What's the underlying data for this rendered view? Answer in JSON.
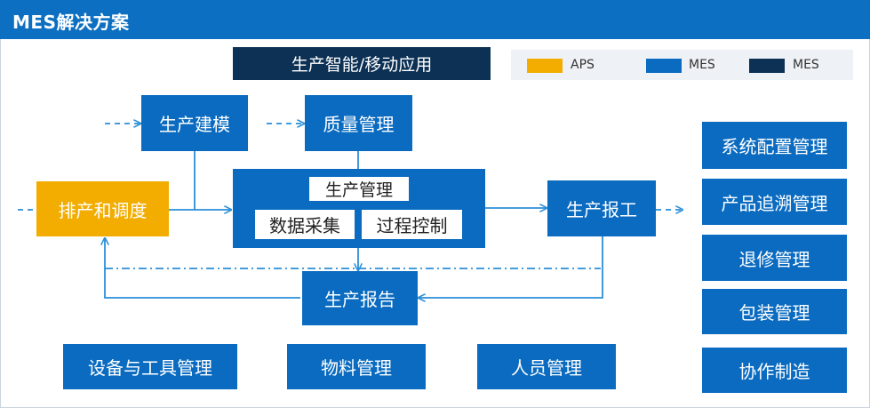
{
  "header": {
    "title": "MES解决方案"
  },
  "banner": {
    "label": "生产智能/移动应用"
  },
  "legend": {
    "items": [
      {
        "label": "APS",
        "color": "#f2ad00"
      },
      {
        "label": "MES",
        "color": "#0a6bc0"
      },
      {
        "label": "MES",
        "color": "#0c3155"
      }
    ]
  },
  "flow": {
    "scheduling": "排产和调度",
    "modeling": "生产建模",
    "quality": "质量管理",
    "production_mgmt": "生产管理",
    "data_collection": "数据采集",
    "process_control": "过程控制",
    "reporting_work": "生产报工",
    "production_report": "生产报告"
  },
  "right_column": [
    "系统配置管理",
    "产品追溯管理",
    "退修管理",
    "包装管理",
    "协作制造"
  ],
  "bottom_row": [
    "设备与工具管理",
    "物料管理",
    "人员管理"
  ],
  "colors": {
    "header": "#0d6fc1",
    "mes_blue": "#0a6bc0",
    "mes_dark": "#0c3155",
    "aps_yellow": "#f2ad00",
    "arrow": "#2b8fd8"
  }
}
